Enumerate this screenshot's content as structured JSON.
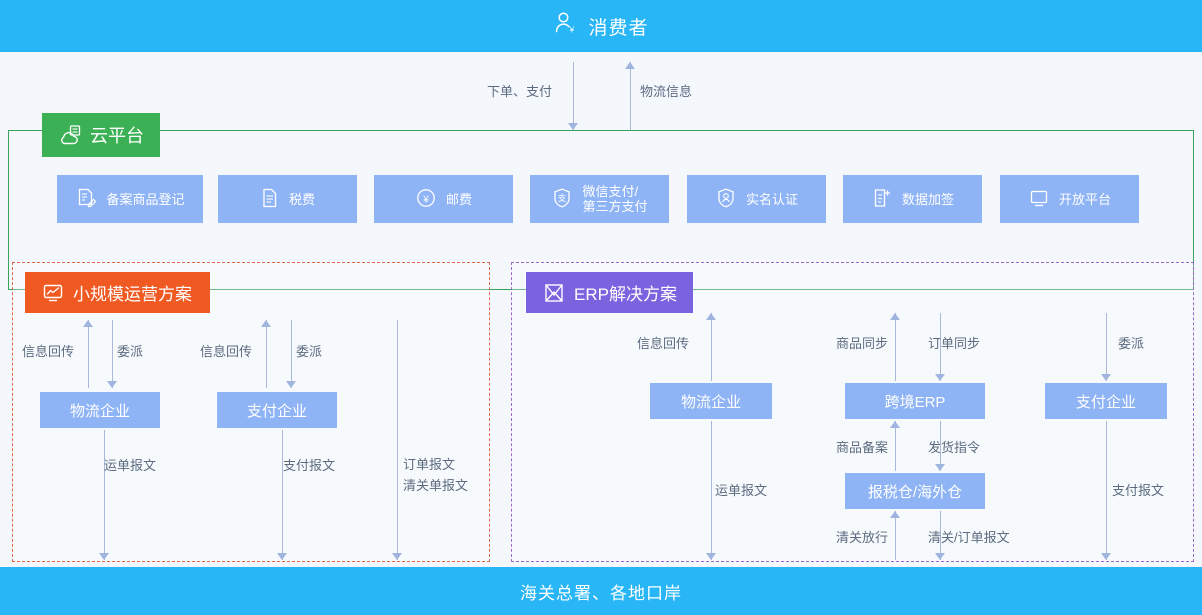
{
  "top_bar": {
    "title": "消费者",
    "icon": "consumer-person-yen-icon",
    "bg": "#29b6f6"
  },
  "bottom_bar": {
    "title": "海关总署、各地口岸",
    "bg": "#29b6f6"
  },
  "consumer_flows": [
    {
      "label": "下单、支付",
      "direction": "down"
    },
    {
      "label": "物流信息",
      "direction": "up"
    }
  ],
  "cloud_platform": {
    "badge_label": "云平台",
    "badge_icon": "cloud-server-icon",
    "badge_color": "#3cb054",
    "frame_color": "#3aa35a",
    "chips": [
      {
        "label": "备案商品登记",
        "icon": "document-pen-icon"
      },
      {
        "label": "税费",
        "icon": "document-lines-icon"
      },
      {
        "label": "邮费",
        "icon": "yen-circle-icon"
      },
      {
        "label": "微信支付/",
        "label2": "第三方支付",
        "icon": "shield-pay-icon"
      },
      {
        "label": "实名认证",
        "icon": "shield-user-icon"
      },
      {
        "label": "数据加签",
        "icon": "document-plus-icon"
      },
      {
        "label": "开放平台",
        "icon": "monitor-icon"
      }
    ]
  },
  "small_scale_panel": {
    "badge_label": "小规模运营方案",
    "badge_icon": "chart-monitor-icon",
    "badge_color": "#f05a22",
    "border_color": "#e2674a",
    "entities": [
      {
        "label": "物流企业"
      },
      {
        "label": "支付企业"
      }
    ],
    "flow_labels": {
      "logistics_up": "信息回传",
      "logistics_down": "委派",
      "payment_up": "信息回传",
      "payment_down": "委派",
      "logistics_to_customs": "运单报文",
      "payment_to_customs": "支付报文",
      "platform_to_customs_line1": "订单报文",
      "platform_to_customs_line2": "清关单报文"
    }
  },
  "erp_panel": {
    "badge_label": "ERP解决方案",
    "badge_icon": "erp-box-icon",
    "badge_color": "#7b63e0",
    "border_color": "#9c69c9",
    "entities": [
      {
        "label": "物流企业"
      },
      {
        "label": "跨境ERP"
      },
      {
        "label": "支付企业"
      },
      {
        "label": "报税仓/海外仓"
      }
    ],
    "flow_labels": {
      "logistics_up": "信息回传",
      "goods_sync": "商品同步",
      "order_sync": "订单同步",
      "payment_delegate": "委派",
      "goods_record": "商品备案",
      "ship_order": "发货指令",
      "logistics_to_customs": "运单报文",
      "customs_release": "清关放行",
      "customs_order_msg": "清关/订单报文",
      "payment_to_customs": "支付报文"
    }
  },
  "colors": {
    "page_bg": "#f4f8fd",
    "chip_blue": "#8fb4f6",
    "arrow_gray": "#a9b8d8",
    "label_text": "#5c6b80"
  }
}
